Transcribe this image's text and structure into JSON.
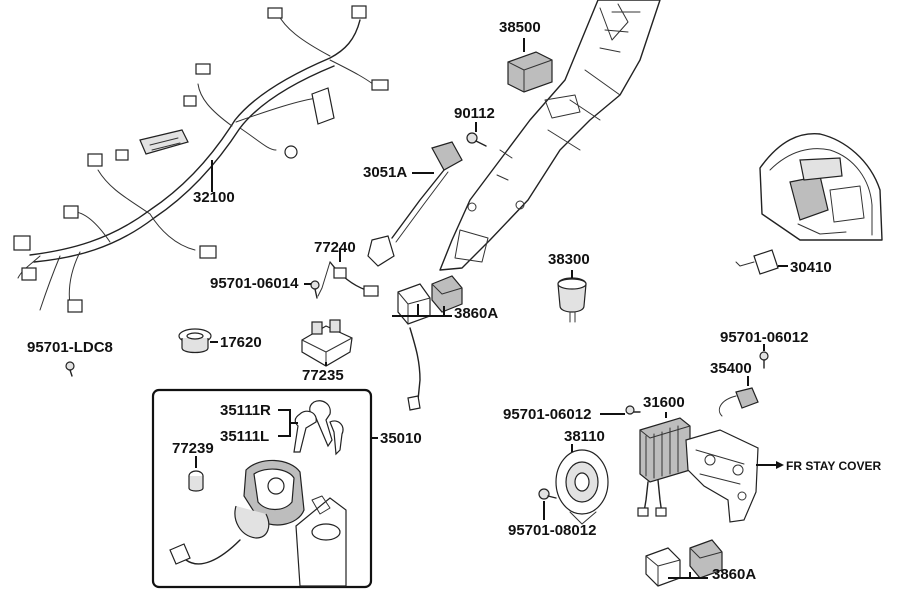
{
  "labels": {
    "p38500": "38500",
    "p90112": "90112",
    "p3051A": "3051A",
    "p32100": "32100",
    "p77240": "77240",
    "p95701_06014": "95701-06014",
    "p3860A_top": "3860A",
    "p38300": "38300",
    "p30410": "30410",
    "p95701_LDC8": "95701-LDC8",
    "p17620": "17620",
    "p77235": "77235",
    "p35111R": "35111R",
    "p35111L": "35111L",
    "p77239": "77239",
    "p35010": "35010",
    "p95701_06012_right": "95701-06012",
    "p35400": "35400",
    "p95701_06012_left": "95701-06012",
    "p31600": "31600",
    "p38110": "38110",
    "fr_stay_cover": "FR STAY COVER",
    "p95701_08012": "95701-08012",
    "p3860A_bottom": "3860A"
  }
}
